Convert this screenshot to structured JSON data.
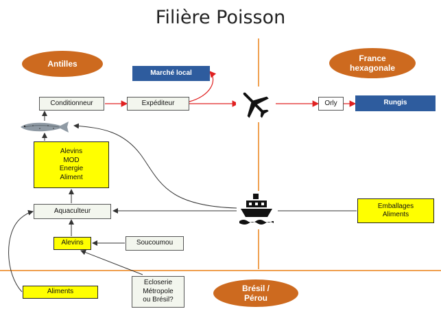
{
  "title": "Filière Poisson",
  "regions": {
    "antilles": "Antilles",
    "france": "France\nhexagonale",
    "bresil": "Brésil /\nPérou"
  },
  "nodes": {
    "marche_local": "Marché local",
    "conditionneur": "Conditionneur",
    "expediteur": "Expéditeur",
    "orly": "Orly",
    "rungis": "Rungis",
    "intrants": "Alevins\nMOD\nEnergie\nAliment",
    "aquaculteur": "Aquaculteur",
    "emballages": "Emballages\nAliments",
    "alevins": "Alevins",
    "soucoumou": "Soucoumou",
    "aliments": "Aliments",
    "ecloserie": "Ecloserie\nMétropole\nou Brésil?"
  },
  "icons": {
    "plane": "airplane-icon",
    "ship": "ship-icon",
    "fish": "fish-icon"
  },
  "colors": {
    "region": "#cd6a1f",
    "divider": "#f0a050",
    "export_arrow": "#e02020",
    "highlight": "#ffff00",
    "market": "#2e5c9e"
  }
}
